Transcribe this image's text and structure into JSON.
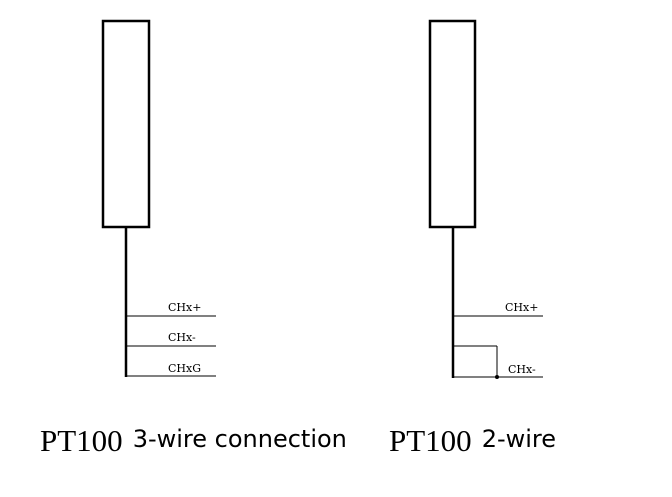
{
  "left_diagram": {
    "labels": [
      "CHx+",
      "CHx-",
      "CHxG"
    ],
    "caption_prefix": "PT100",
    "caption_suffix": "3-wire connection"
  },
  "right_diagram": {
    "labels": [
      "CHx+",
      "CHx-"
    ],
    "caption_prefix": "PT100",
    "caption_suffix": "2-wire"
  }
}
